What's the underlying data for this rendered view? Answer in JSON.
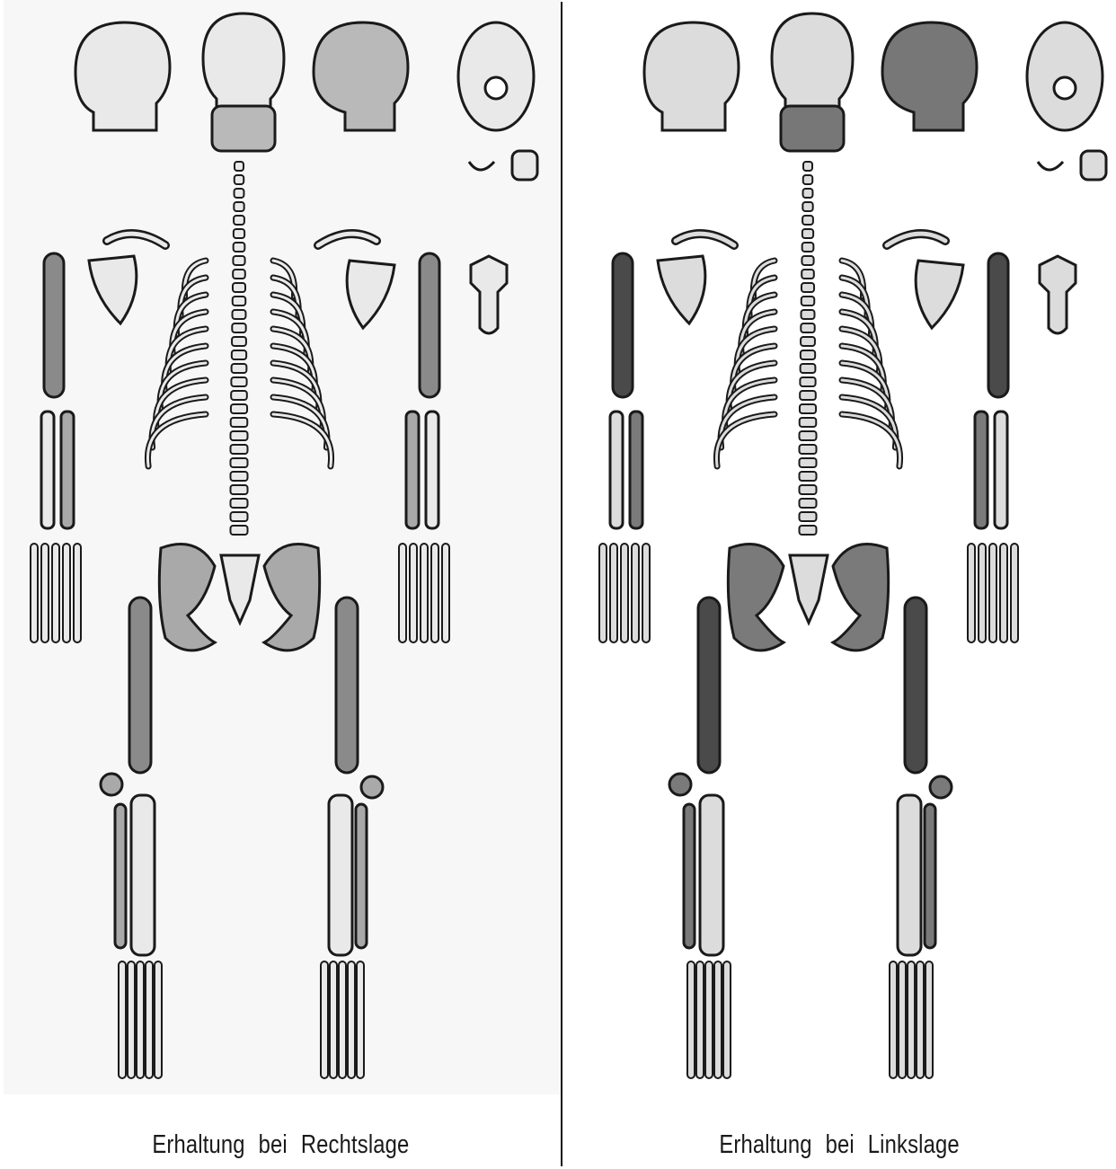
{
  "panels": [
    {
      "id": "left",
      "caption": "Erhaltung bei Rechtslage",
      "fill_skull": "#b9b9b9",
      "fill_long": "#8a8a8a",
      "fill_light": "#e9e9e9",
      "fill_mid": "#a9a9a9"
    },
    {
      "id": "right",
      "caption": "Erhaltung bei Linkslage",
      "fill_skull": "#777777",
      "fill_long": "#4a4a4a",
      "fill_light": "#dcdcdc",
      "fill_mid": "#7a7a7a"
    }
  ],
  "colors": {
    "outline": "#1a1a1a",
    "divider": "#111111"
  }
}
